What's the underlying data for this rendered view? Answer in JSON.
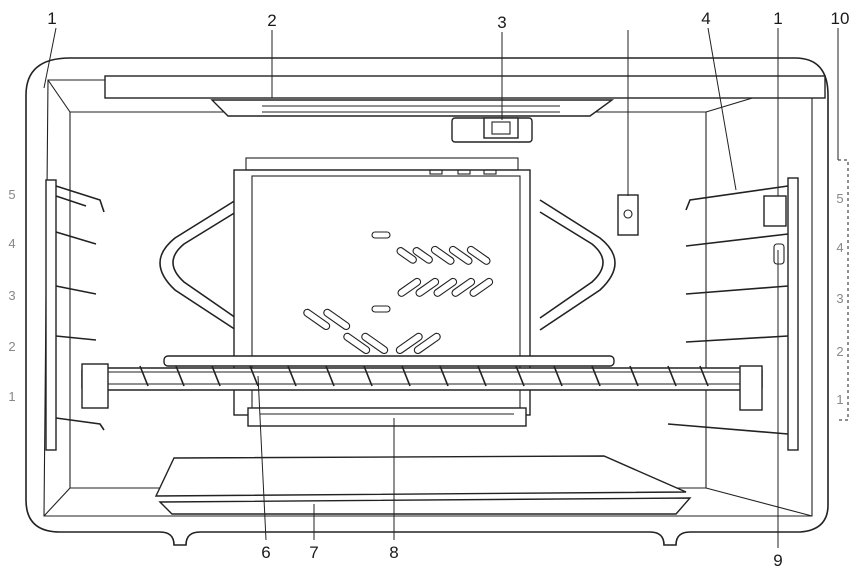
{
  "callouts": {
    "c1_left": "1",
    "c2": "2",
    "c3": "3",
    "c4": "4",
    "c1_right": "1",
    "c10": "10",
    "c6": "6",
    "c7": "7",
    "c8": "8",
    "c9": "9"
  },
  "shelf_levels_left": [
    "5",
    "4",
    "3",
    "2",
    "1"
  ],
  "shelf_levels_right": [
    "5",
    "4",
    "3",
    "2",
    "1"
  ],
  "colors": {
    "line": "#222222",
    "level_numbers": "#888888",
    "background": "#ffffff"
  }
}
